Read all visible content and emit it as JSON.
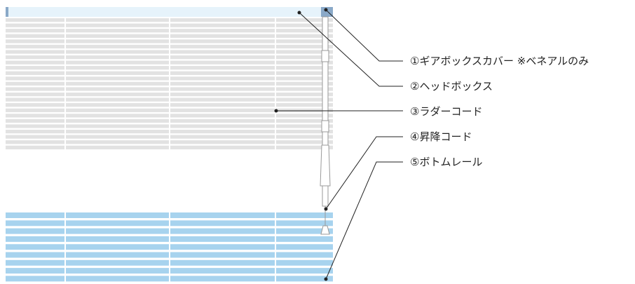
{
  "labels": [
    {
      "text": "①ギアボックスカバー ※ベネアルのみ"
    },
    {
      "text": "②ヘッドボックス"
    },
    {
      "text": "③ラダーコード"
    },
    {
      "text": "④昇降コード"
    },
    {
      "text": "⑤ボトムレール"
    }
  ],
  "colors": {
    "headbox": "#e6f3fb",
    "gear_cover": "#8aa9c8",
    "slat_gray": "#e2e2e2",
    "slat_blue": "#a7d3ee",
    "ladder_cord": "#ffffff",
    "leader_line": "#222222",
    "wand": "#ffffff",
    "wand_stroke": "#9a9a9a"
  },
  "structure": {
    "gray_slat_count": 25,
    "blue_slat_count": 9
  }
}
